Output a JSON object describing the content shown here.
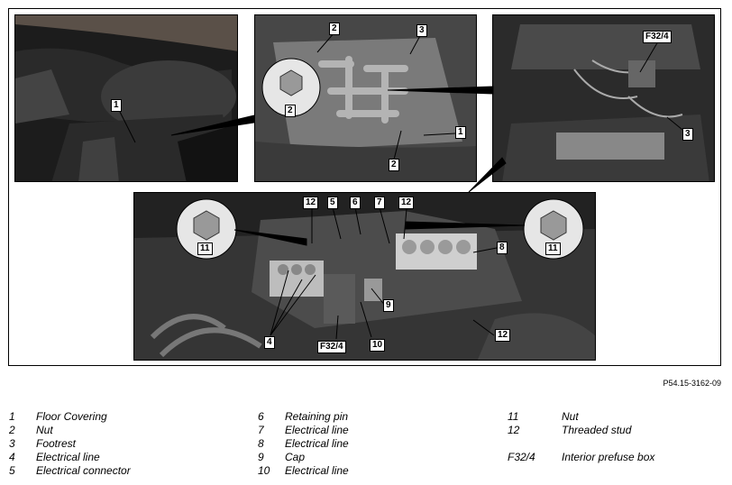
{
  "figure_code": "P54.15-3162-09",
  "callouts": {
    "p1_1": "1",
    "p2_2a": "2",
    "p2_3": "3",
    "p2_2b": "2",
    "p2_2c": "2",
    "p2_1": "1",
    "p3_f": "F32/4",
    "p3_3": "3",
    "p4_12a": "12",
    "p4_5": "5",
    "p4_6": "6",
    "p4_7": "7",
    "p4_12b": "12",
    "p4_11a": "11",
    "p4_11b": "11",
    "p4_8": "8",
    "p4_9": "9",
    "p4_4": "4",
    "p4_f": "F32/4",
    "p4_10": "10",
    "p4_12c": "12"
  },
  "legend": [
    {
      "num": "1",
      "text": "Floor Covering"
    },
    {
      "num": "2",
      "text": "Nut"
    },
    {
      "num": "3",
      "text": "Footrest"
    },
    {
      "num": "4",
      "text": "Electrical line"
    },
    {
      "num": "5",
      "text": "Electrical connector"
    },
    {
      "num": "6",
      "text": "Retaining pin"
    },
    {
      "num": "7",
      "text": "Electrical line"
    },
    {
      "num": "8",
      "text": "Electrical line"
    },
    {
      "num": "9",
      "text": "Cap"
    },
    {
      "num": "10",
      "text": "Electrical line"
    },
    {
      "num": "11",
      "text": "Nut"
    },
    {
      "num": "12",
      "text": "Threaded stud"
    },
    {
      "num": "F32/4",
      "text": "Interior prefuse box"
    }
  ]
}
